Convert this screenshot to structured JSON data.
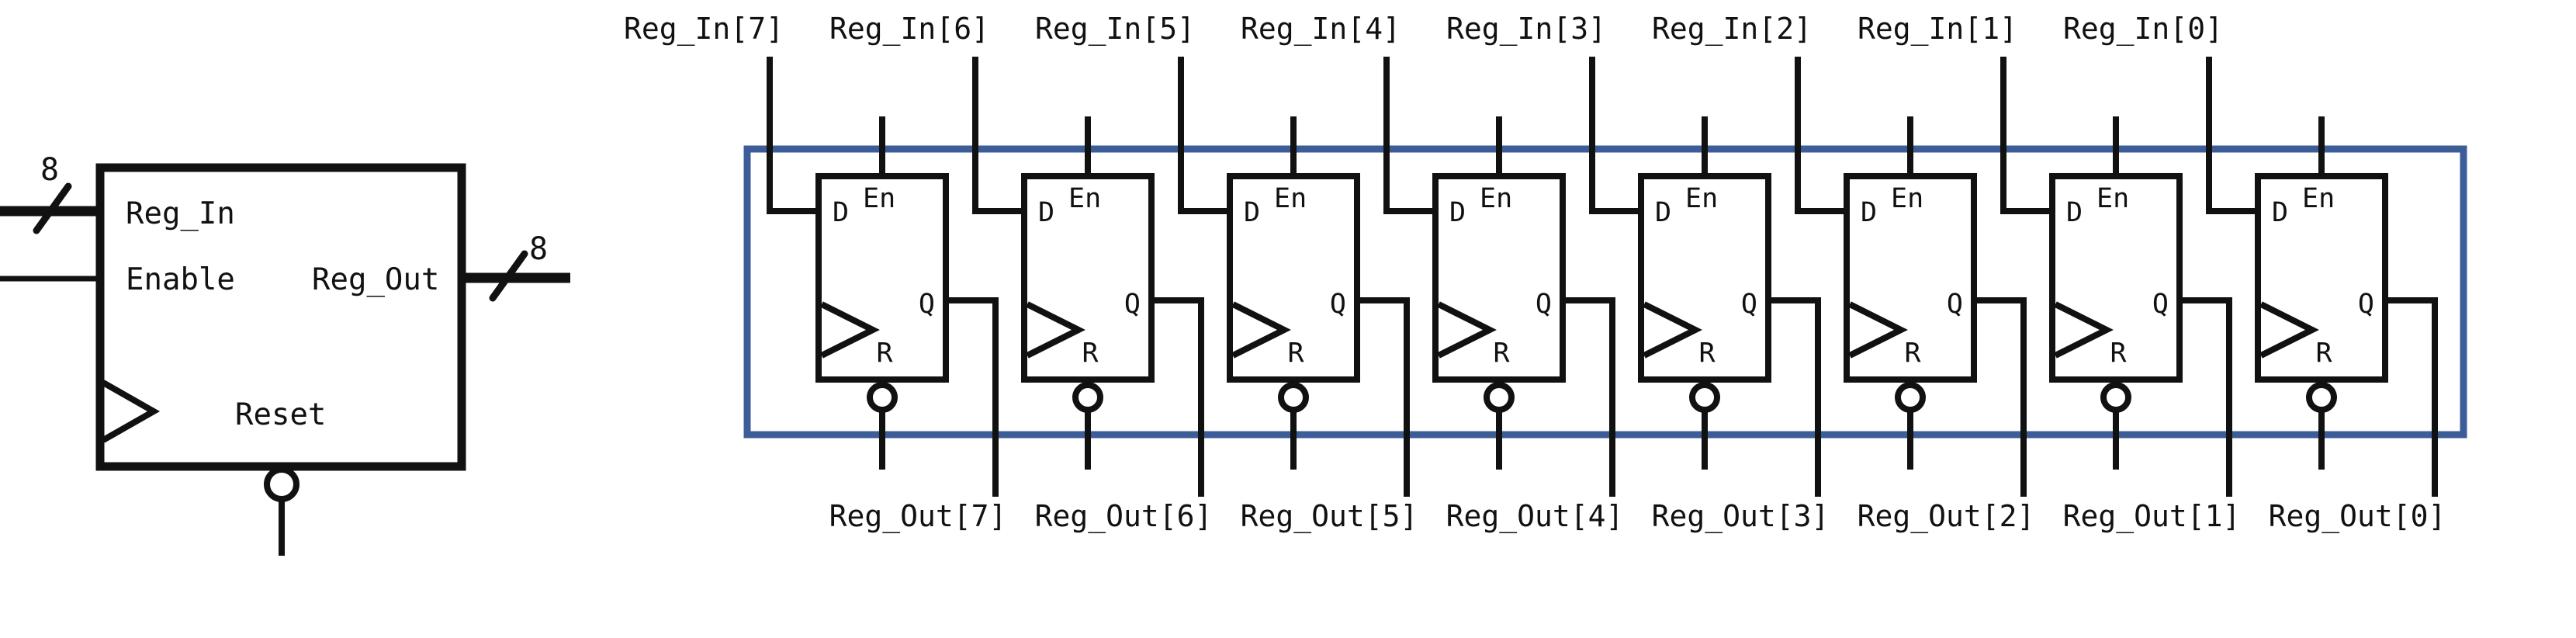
{
  "diagram": {
    "title_semantic": "8-bit enabled register: block symbol and flip-flop implementation",
    "background_color": "#ffffff",
    "wire_color": "#111111",
    "register_bank_outline_color": "#3c5d97"
  },
  "block_symbol": {
    "input_bus_width_label": "8",
    "output_bus_width_label": "8",
    "data_in_label": "Reg_In",
    "enable_label": "Enable",
    "data_out_label": "Reg_Out",
    "reset_label": "Reset"
  },
  "flip_flop": {
    "data_label": "D",
    "enable_label": "En",
    "output_label": "Q",
    "reset_label": "R"
  },
  "bits": [
    {
      "input_label": "Reg_In[7]",
      "output_label": "Reg_Out[7]"
    },
    {
      "input_label": "Reg_In[6]",
      "output_label": "Reg_Out[6]"
    },
    {
      "input_label": "Reg_In[5]",
      "output_label": "Reg_Out[5]"
    },
    {
      "input_label": "Reg_In[4]",
      "output_label": "Reg_Out[4]"
    },
    {
      "input_label": "Reg_In[3]",
      "output_label": "Reg_Out[3]"
    },
    {
      "input_label": "Reg_In[2]",
      "output_label": "Reg_Out[2]"
    },
    {
      "input_label": "Reg_In[1]",
      "output_label": "Reg_Out[1]"
    },
    {
      "input_label": "Reg_In[0]",
      "output_label": "Reg_Out[0]"
    }
  ]
}
